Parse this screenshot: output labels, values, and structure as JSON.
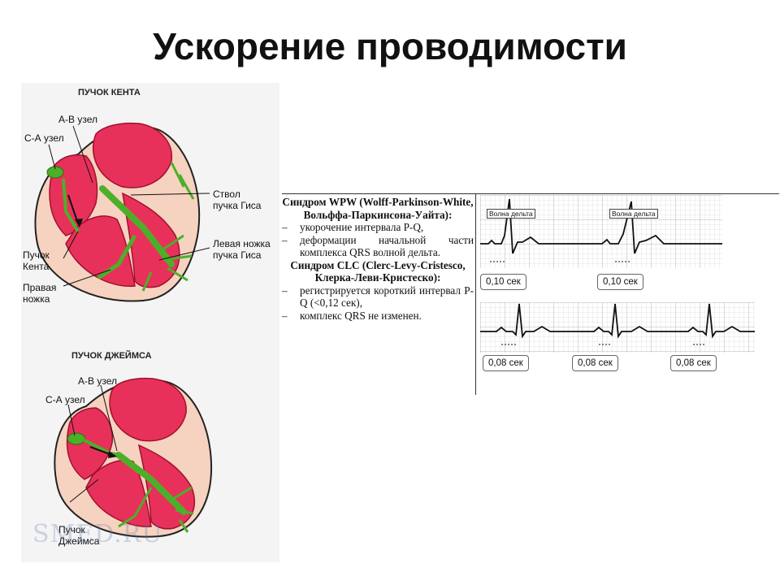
{
  "title": "Ускорение проводимости",
  "kent": {
    "header": "ПУЧОК КЕНТА",
    "labels": {
      "av_node": "А-В узел",
      "sa_node": "С-А узел",
      "his_1": "Ствол",
      "his_2": "пучка Гиса",
      "left_1": "Левая ножка",
      "left_2": "пучка Гиса",
      "kent_1": "Пучок",
      "kent_2": "Кента",
      "right_1": "Правая",
      "right_2": "ножка"
    }
  },
  "james": {
    "header": "ПУЧОК ДЖЕЙМСА",
    "labels": {
      "av_node": "А-В узел",
      "sa_node": "С-А узел",
      "james_1": "Пучок",
      "james_2": "Джеймса"
    }
  },
  "watermark": "SMED.RU",
  "text": {
    "wpw_heading": "Синдром WPW (Wolff-Parkinson-White, Вольффа-Паркинсона-Уайта):",
    "wpw_items": [
      "укорочение интервала P-Q,",
      "деформации начальной части комплекса QRS волной дельта."
    ],
    "clc_heading": "Синдром CLC (Clerc-Levy-Cristesco, Клерка-Леви-Кристеско):",
    "clc_items": [
      "регистрируется короткий интервал P-Q (<0,12 сек),",
      "комплекс QRS не изменен."
    ],
    "dash": "–"
  },
  "ecg": {
    "wpw": {
      "delta_tag": "Волна дельта",
      "intervals": [
        "0,10 сек",
        "0,10 сек"
      ]
    },
    "clc": {
      "intervals": [
        "0,08 сек",
        "0,08 сек",
        "0,08 сек"
      ]
    }
  },
  "colors": {
    "muscle": "#e8315a",
    "muscle_light": "#f27a95",
    "pericard": "#f6d2c0",
    "conduction": "#4caf2a"
  }
}
